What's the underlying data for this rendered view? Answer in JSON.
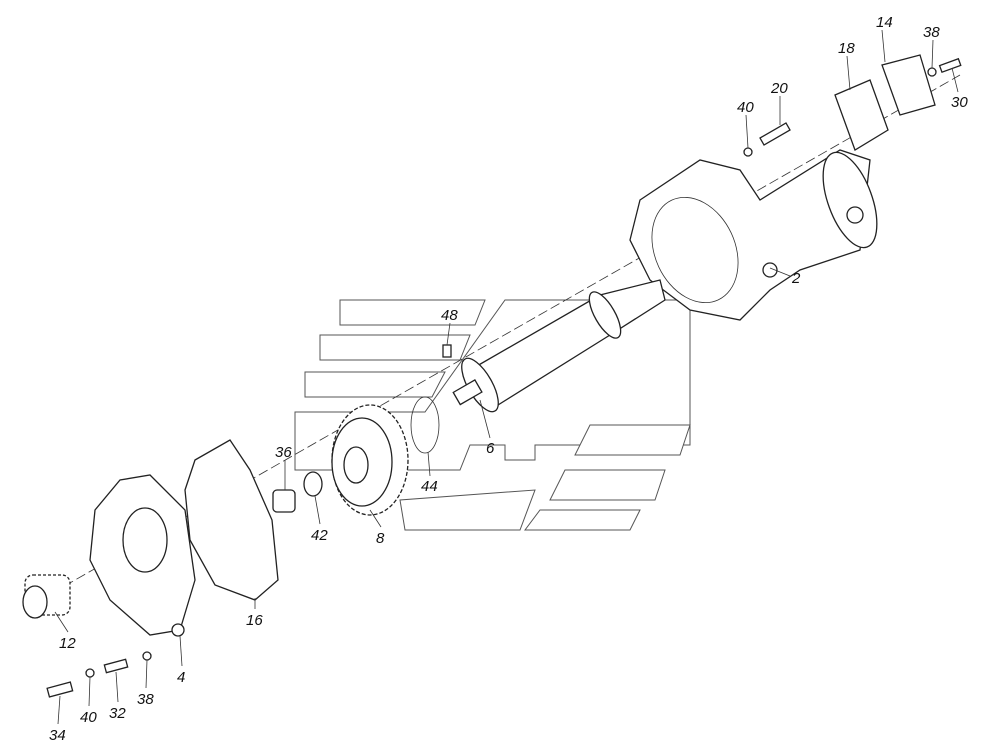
{
  "diagram": {
    "type": "exploded-parts-view",
    "callouts": [
      {
        "id": "c14",
        "text": "14"
      },
      {
        "id": "c38a",
        "text": "38"
      },
      {
        "id": "c18",
        "text": "18"
      },
      {
        "id": "c30",
        "text": "30"
      },
      {
        "id": "c20",
        "text": "20"
      },
      {
        "id": "c40a",
        "text": "40"
      },
      {
        "id": "c2",
        "text": "2"
      },
      {
        "id": "c48",
        "text": "48"
      },
      {
        "id": "c6",
        "text": "6"
      },
      {
        "id": "c36",
        "text": "36"
      },
      {
        "id": "c44",
        "text": "44"
      },
      {
        "id": "c42",
        "text": "42"
      },
      {
        "id": "c8",
        "text": "8"
      },
      {
        "id": "c16",
        "text": "16"
      },
      {
        "id": "c12",
        "text": "12"
      },
      {
        "id": "c4",
        "text": "4"
      },
      {
        "id": "c38b",
        "text": "38"
      },
      {
        "id": "c40b",
        "text": "40"
      },
      {
        "id": "c32",
        "text": "32"
      },
      {
        "id": "c34",
        "text": "34"
      }
    ]
  }
}
